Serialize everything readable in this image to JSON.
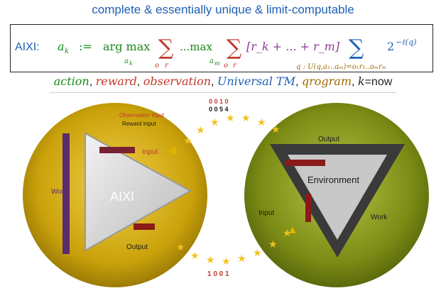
{
  "title": "complete & essentially unique & limit-computable",
  "formula": {
    "label": "AIXI:",
    "lhs": "a",
    "lhs_sub": "k",
    "assign": ":=",
    "argmax": "arg max",
    "argmax_sub": "a",
    "argmax_subsub": "k",
    "sum1_sub": "o",
    "sum1_sub2": "r",
    "dots_max": "...max",
    "max_sub": "a",
    "max_subsub": "m",
    "sum2_sub": "o",
    "sum2_sub2": "r",
    "bracket": "[r_k + ... + r_m]",
    "sum3_sub": "q : U(q,a₁..aₘ)=o₁r₁..oₘrₘ",
    "power": "2",
    "exponent": "−ℓ(q)"
  },
  "legend": {
    "action": "action",
    "reward": "reward",
    "observation": "observation",
    "utm": "Universal TM",
    "program": "qrogram",
    "k": "k",
    "now": "=now"
  },
  "diagram": {
    "agent_label": "AIXI",
    "environment_label": "Environment",
    "observation_input": "Observation Input",
    "reward_input": "Reward Input",
    "agent_input": "Input",
    "agent_work": "Work",
    "agent_output": "Output",
    "env_output": "Output",
    "env_input": "Input",
    "env_work": "Work",
    "top_bits": "0 0 1 0",
    "top_bits2": "0 0 5 4",
    "bottom_bits": "1 0 0 1"
  },
  "colors": {
    "title": "#1f5fb3",
    "math_green": "#1a8a1a",
    "agent_bg": "#c9a10a",
    "env_bg": "#7a8a14",
    "star": "#f2c21a",
    "red_text": "#c0392b"
  }
}
